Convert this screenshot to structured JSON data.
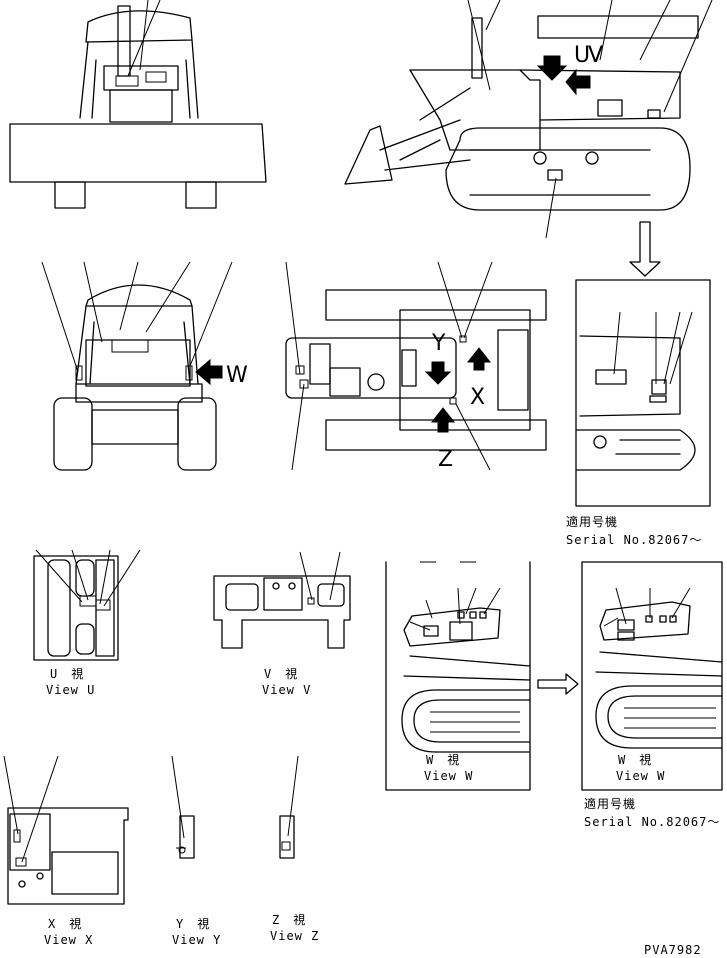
{
  "labels": {
    "W": "W",
    "U": "U",
    "V": "V",
    "X": "X",
    "Y": "Y",
    "Z": "Z"
  },
  "captions": {
    "view_u_jp": "U　視",
    "view_u_en": "View U",
    "view_v_jp": "V　視",
    "view_v_en": "View V",
    "view_w1_jp": "W　視",
    "view_w1_en": "View W",
    "view_w2_jp": "W　視",
    "view_w2_en": "View W",
    "view_x_jp": "X　視",
    "view_x_en": "View X",
    "view_y_jp": "Y　視",
    "view_y_en": "View Y",
    "view_z_jp": "Z　視",
    "view_z_en": "View Z"
  },
  "serial": {
    "top_jp": "適用号機",
    "top_en": "Serial No.82067～",
    "bottom_jp": "適用号機",
    "bottom_en": "Serial No.82067～"
  },
  "drawing_number": "PVA7982"
}
